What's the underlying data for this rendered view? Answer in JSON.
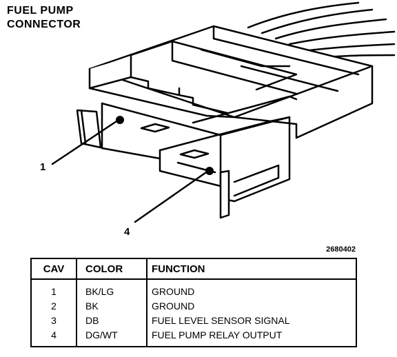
{
  "title_line1": "FUEL PUMP",
  "title_line2": "CONNECTOR",
  "callouts": {
    "one": "1",
    "four": "4"
  },
  "figure_id": "2680402",
  "table": {
    "headers": {
      "cav": "CAV",
      "color": "COLOR",
      "function": "FUNCTION"
    },
    "rows": [
      {
        "cav": "1",
        "color": "BK/LG",
        "function": "GROUND"
      },
      {
        "cav": "2",
        "color": "BK",
        "function": "GROUND"
      },
      {
        "cav": "3",
        "color": "DB",
        "function": "FUEL LEVEL SENSOR SIGNAL"
      },
      {
        "cav": "4",
        "color": "DG/WT",
        "function": "FUEL PUMP RELAY OUTPUT"
      }
    ]
  }
}
